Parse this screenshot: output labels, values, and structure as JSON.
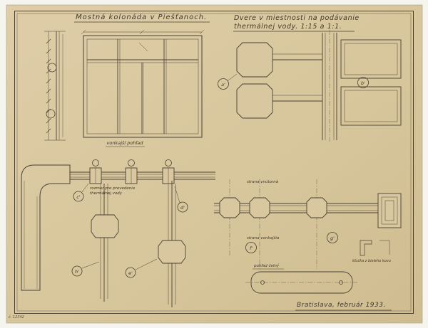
{
  "meta": {
    "paper_color": "#d9c79f",
    "ink_color": "#4a4132",
    "background": "#f6f4ee"
  },
  "titles": {
    "left": "Mostná kolonáda v Piešťanoch.",
    "right_line1": "Dvere v miestnosti na podávanie",
    "right_line2": "thermálnej vody. 1:15 a 1:1."
  },
  "captions": {
    "elevation": "vonkajší pohľad",
    "note_line1": "rozmer pre prevedenie",
    "note_line2": "thermálnej vody",
    "inner_side": "strana vnútorná",
    "outer_side": "strana vonkajšia",
    "front_view": "pohľad čelný",
    "handle": "kľučka z bieleho kovu",
    "signature": "Bratislava, február 1933.",
    "archive_no": "č. 12342"
  },
  "detail_labels": [
    "a'",
    "b'",
    "c'",
    "d'",
    "e'",
    "f'",
    "g'",
    "h'"
  ]
}
